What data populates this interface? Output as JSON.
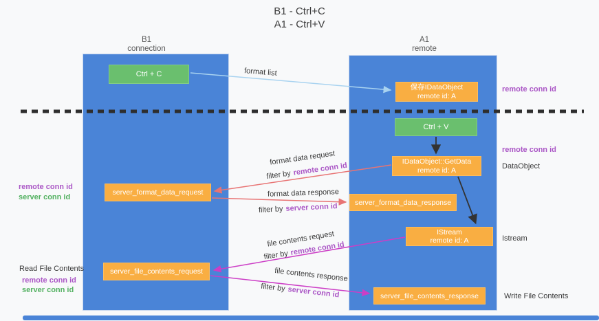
{
  "title": {
    "line1": "B1 - Ctrl+C",
    "line2": "A1 - Ctrl+V"
  },
  "columns": {
    "left_title": "B1",
    "left_subtitle": "connection",
    "right_title": "A1",
    "right_subtitle": "remote"
  },
  "nodes": {
    "ctrl_c": "Ctrl + C",
    "ctrl_v": "Ctrl + V",
    "save_idataobject_line1": "保存IDataObject",
    "save_idataobject_line2": "remote id: A",
    "getdata_line1": "IDataObject::GetData",
    "getdata_line2": "remote id: A",
    "istream_line1": "IStream",
    "istream_line2": "remote id: A",
    "server_format_data_request": "server_format_data_request",
    "server_format_data_response": "server_format_data_response",
    "server_file_contents_request": "server_file_contents_request",
    "server_file_contents_response": "server_file_contents_response"
  },
  "labels": {
    "remote_conn_id": "remote conn id",
    "server_conn_id": "server conn id",
    "filter_by": "filter by",
    "read_file_contents": "Read File Contents",
    "write_file_contents": "Write File Contents",
    "dataobject": "DataObject",
    "istream": "Istream",
    "format_list": "format list",
    "format_data_request": "format data request",
    "format_data_response": "format data response",
    "file_contents_request": "file contents request",
    "file_contents_response": "file contents response"
  },
  "colors": {
    "column_blue": "#4a84d7",
    "node_orange": "#f9ae42",
    "node_green": "#6abf6e",
    "conn_id_purple": "#ab58c6",
    "conn_id_green": "#53b161",
    "arrow_red": "#e87474",
    "arrow_magenta": "#cc3ec6",
    "arrow_lightblue": "#a9d3f0",
    "arrow_black": "#333333",
    "background": "#f8f9fa"
  }
}
